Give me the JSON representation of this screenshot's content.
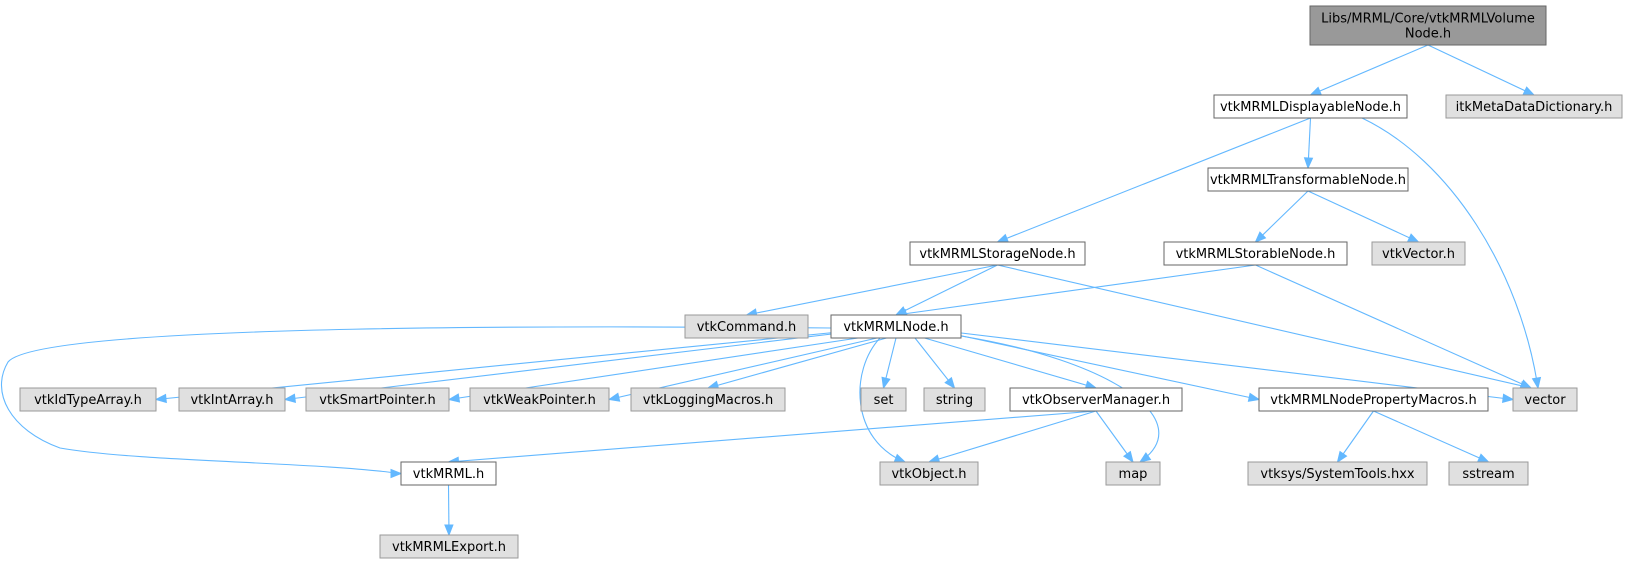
{
  "colors": {
    "edge": "#63b8ff",
    "root_fill": "#999999",
    "documented_fill": "#ffffff",
    "external_fill": "#e0e0e0",
    "border_dark": "#666666",
    "border_light": "#999999"
  },
  "nodes": [
    {
      "id": "root",
      "label_lines": [
        "Libs/MRML/Core/vtkMRMLVolume",
        "Node.h"
      ],
      "kind": "root"
    },
    {
      "id": "displayable",
      "label_lines": [
        "vtkMRMLDisplayableNode.h"
      ],
      "kind": "documented"
    },
    {
      "id": "itkmeta",
      "label_lines": [
        "itkMetaDataDictionary.h"
      ],
      "kind": "external"
    },
    {
      "id": "transformable",
      "label_lines": [
        "vtkMRMLTransformableNode.h"
      ],
      "kind": "documented"
    },
    {
      "id": "storage",
      "label_lines": [
        "vtkMRMLStorageNode.h"
      ],
      "kind": "documented"
    },
    {
      "id": "storable",
      "label_lines": [
        "vtkMRMLStorableNode.h"
      ],
      "kind": "documented"
    },
    {
      "id": "vtkvector",
      "label_lines": [
        "vtkVector.h"
      ],
      "kind": "external"
    },
    {
      "id": "vtkcommand",
      "label_lines": [
        "vtkCommand.h"
      ],
      "kind": "external"
    },
    {
      "id": "mrmlnode",
      "label_lines": [
        "vtkMRMLNode.h"
      ],
      "kind": "documented"
    },
    {
      "id": "idtype",
      "label_lines": [
        "vtkIdTypeArray.h"
      ],
      "kind": "external"
    },
    {
      "id": "intarray",
      "label_lines": [
        "vtkIntArray.h"
      ],
      "kind": "external"
    },
    {
      "id": "smartptr",
      "label_lines": [
        "vtkSmartPointer.h"
      ],
      "kind": "external"
    },
    {
      "id": "weakptr",
      "label_lines": [
        "vtkWeakPointer.h"
      ],
      "kind": "external"
    },
    {
      "id": "logging",
      "label_lines": [
        "vtkLoggingMacros.h"
      ],
      "kind": "external"
    },
    {
      "id": "set",
      "label_lines": [
        "set"
      ],
      "kind": "external"
    },
    {
      "id": "string",
      "label_lines": [
        "string"
      ],
      "kind": "external"
    },
    {
      "id": "observer",
      "label_lines": [
        "vtkObserverManager.h"
      ],
      "kind": "documented"
    },
    {
      "id": "propmacros",
      "label_lines": [
        "vtkMRMLNodePropertyMacros.h"
      ],
      "kind": "documented"
    },
    {
      "id": "vector",
      "label_lines": [
        "vector"
      ],
      "kind": "external"
    },
    {
      "id": "mrml",
      "label_lines": [
        "vtkMRML.h"
      ],
      "kind": "documented"
    },
    {
      "id": "vtkobject",
      "label_lines": [
        "vtkObject.h"
      ],
      "kind": "external"
    },
    {
      "id": "map",
      "label_lines": [
        "map"
      ],
      "kind": "external"
    },
    {
      "id": "systools",
      "label_lines": [
        "vtksys/SystemTools.hxx"
      ],
      "kind": "external"
    },
    {
      "id": "sstream",
      "label_lines": [
        "sstream"
      ],
      "kind": "external"
    },
    {
      "id": "mrmlexport",
      "label_lines": [
        "vtkMRMLExport.h"
      ],
      "kind": "external"
    }
  ],
  "edges": [
    [
      "root",
      "displayable"
    ],
    [
      "root",
      "itkmeta"
    ],
    [
      "displayable",
      "transformable"
    ],
    [
      "displayable",
      "storage"
    ],
    [
      "displayable",
      "vector"
    ],
    [
      "transformable",
      "storable"
    ],
    [
      "transformable",
      "vtkvector"
    ],
    [
      "storage",
      "vtkcommand"
    ],
    [
      "storage",
      "mrmlnode"
    ],
    [
      "storage",
      "vector"
    ],
    [
      "storable",
      "mrmlnode"
    ],
    [
      "storable",
      "vector"
    ],
    [
      "mrmlnode",
      "idtype"
    ],
    [
      "mrmlnode",
      "intarray"
    ],
    [
      "mrmlnode",
      "smartptr"
    ],
    [
      "mrmlnode",
      "weakptr"
    ],
    [
      "mrmlnode",
      "logging"
    ],
    [
      "mrmlnode",
      "set"
    ],
    [
      "mrmlnode",
      "string"
    ],
    [
      "mrmlnode",
      "observer"
    ],
    [
      "mrmlnode",
      "propmacros"
    ],
    [
      "mrmlnode",
      "vector"
    ],
    [
      "mrmlnode",
      "map"
    ],
    [
      "mrmlnode",
      "vtkobject"
    ],
    [
      "mrmlnode",
      "mrml"
    ],
    [
      "observer",
      "mrml"
    ],
    [
      "observer",
      "vtkobject"
    ],
    [
      "observer",
      "map"
    ],
    [
      "propmacros",
      "systools"
    ],
    [
      "propmacros",
      "sstream"
    ],
    [
      "mrml",
      "mrmlexport"
    ]
  ]
}
